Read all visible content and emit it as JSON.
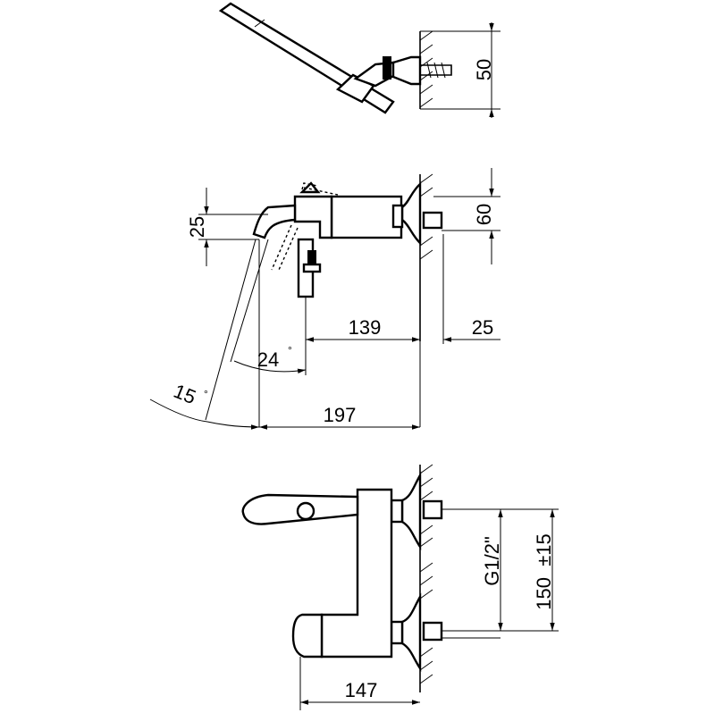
{
  "dimensions": {
    "top_height": "50",
    "side_height": "60",
    "spout_height": "25",
    "spout_length": "139",
    "offset": "25",
    "spout_angle": "24",
    "tilt_angle": "15",
    "projection": "197",
    "thread": "G1/2\"",
    "centers": "150  ±15",
    "depth": "147",
    "degree_symbol": "°"
  }
}
